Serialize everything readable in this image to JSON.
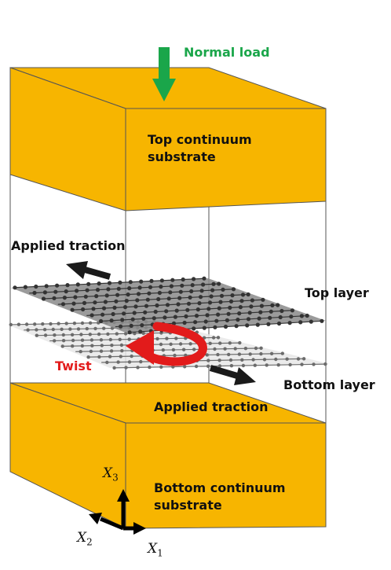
{
  "labels": {
    "normal_load": "Normal load",
    "top_substrate": "Top continuum substrate",
    "applied_traction_top": "Applied traction",
    "top_layer": "Top layer",
    "twist": "Twist",
    "bottom_layer": "Bottom layer",
    "applied_traction_bottom": "Applied traction",
    "bottom_substrate": "Bottom continuum substrate"
  },
  "axes": {
    "x1": {
      "symbol": "X",
      "index": "1"
    },
    "x2": {
      "symbol": "X",
      "index": "2"
    },
    "x3": {
      "symbol": "X",
      "index": "3"
    }
  },
  "colors": {
    "substrate": "#f7b500",
    "normal_load_arrow": "#1aa64a",
    "twist_arrow": "#e21b1b",
    "top_layer_atoms": "#333333",
    "bottom_layer_atoms": "#6b6b6b",
    "traction_arrow": "#1a1a1a",
    "axis_arrow": "#000000"
  },
  "icons": {
    "normal_load": "down-arrow-icon",
    "twist": "curved-arrow-icon",
    "traction": "arrow-icon"
  }
}
